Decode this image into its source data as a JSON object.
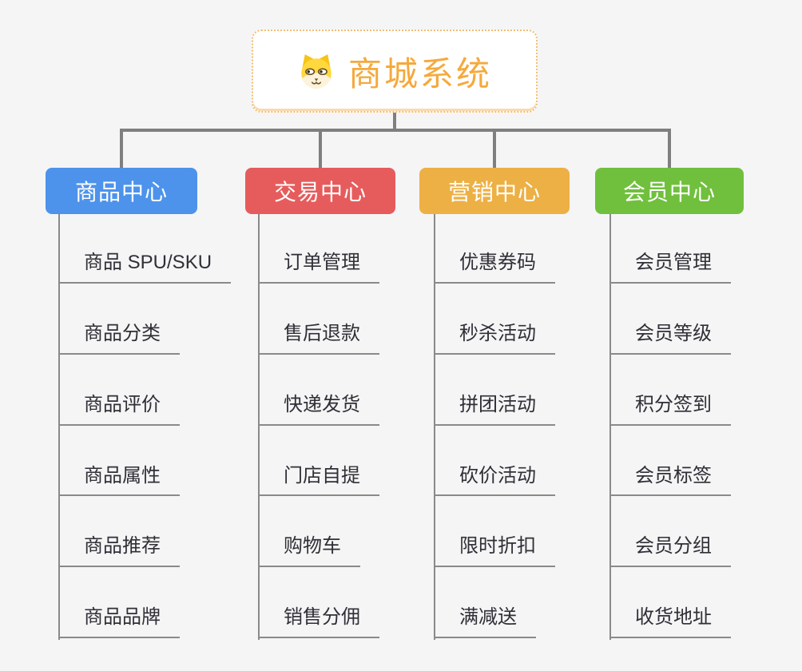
{
  "canvas": {
    "background": "#f5f5f6"
  },
  "connector": {
    "color": "#7f7f7f",
    "leaf_line_color": "#8a8a8a"
  },
  "root": {
    "title": "商城系统",
    "icon": "dog-face-icon",
    "text_color": "#f5a93c",
    "border_color": "#f2bd72",
    "background": "#ffffff"
  },
  "branches": [
    {
      "label": "商品中心",
      "color": "#4d93eb",
      "children": [
        "商品 SPU/SKU",
        "商品分类",
        "商品评价",
        "商品属性",
        "商品推荐",
        "商品品牌"
      ]
    },
    {
      "label": "交易中心",
      "color": "#e65c5c",
      "children": [
        "订单管理",
        "售后退款",
        "快递发货",
        "门店自提",
        "购物车",
        "销售分佣"
      ]
    },
    {
      "label": "营销中心",
      "color": "#edb044",
      "children": [
        "优惠券码",
        "秒杀活动",
        "拼团活动",
        "砍价活动",
        "限时折扣",
        "满减送"
      ]
    },
    {
      "label": "会员中心",
      "color": "#70c03d",
      "children": [
        "会员管理",
        "会员等级",
        "积分签到",
        "会员标签",
        "会员分组",
        "收货地址"
      ]
    }
  ],
  "leaf_style": {
    "text_color": "#2f2f36"
  }
}
